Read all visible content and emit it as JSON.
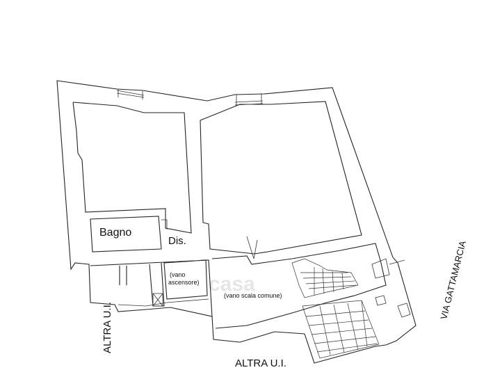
{
  "labels": {
    "bagno": "Bagno",
    "dis": "Dis.",
    "vano_ascensore_1": "(vano",
    "vano_ascensore_2": "ascensore)",
    "vano_scala": "(vano scala comune)",
    "altra_left": "ALTRA U.I.",
    "altra_bottom": "ALTRA U.I.",
    "via": "VIA GATTAMARCIA"
  },
  "watermark": "casa"
}
